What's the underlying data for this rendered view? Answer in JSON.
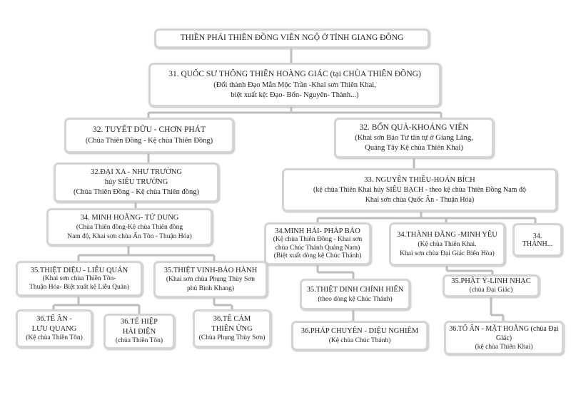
{
  "title": "THIỀN PHÁI THIÊN ĐỒNG VIÊN NGỘ Ở TỈNH GIANG ĐÔNG",
  "nodes": {
    "n31": {
      "title": "31. QUỐC SƯ THÔNG THIÊN HOÀNG GIÁC  (tại CHÙA THIÊN ĐỒNG)",
      "l1": "(Đổi thành Đạo Mẫn Mộc Trần -Khai sơn Thiên Khai,",
      "l2": "biệt xuất kệ: Đạo- Bổn- Nguyên- Thành...)"
    },
    "n32a": {
      "title": "32. TUYẾT DỮU - CHƠN PHÁT",
      "l1": "(Chùa Thiên Đồng - Kệ chùa Thiên Đồng)"
    },
    "n32b": {
      "title": "32.  BỔN QUẢ-KHOÁNG VIÊN",
      "l1": "(Khai sơn Báo Tư tân tự ở Giang Lăng,",
      "l2": "Quảng Tây Kệ chùa Thiên Khai)"
    },
    "n32c": {
      "title": "32.ĐẠI XA - NHƯ TRƯỜNG",
      "l1": "húy SIÊU TRƯỜNG",
      "l2": "(Chùa Thiên Đồng - Kệ chùa Thiên đồng)"
    },
    "n33": {
      "title": "33. NGUYÊN THIỀU-HOÁN BÍCH",
      "l1": "(kệ chùa Thiên Khai húy SIÊU BẠCH - theo kệ chùa Thiên Đồng Nam độ",
      "l2": "Khai sơn chùa Quốc Ân - Thuận Hóa)"
    },
    "n34a": {
      "title": "34.    MINH HOẰNG-  TỬ DUNG",
      "l1": "(Chùa Thiên đồng-Kệ chùa Thiên đồng",
      "l2": "Nam độ, Khai sơn chùa Ấn Tôn - Thuận Hóa)"
    },
    "n34b": {
      "title": "34.MINH HẢI- PHÁP BẢO",
      "l1": "(Kệ chùa Thiên Đồng - Khai sơn chùa Chúc Thánh Quảng Nam)",
      "l2": "(Biệt xuất dòng kệ Chúc Thánh)"
    },
    "n34c": {
      "title": "34.THÀNH ĐẲNG -MINH YÊU",
      "l1": "(Kệ chùa Thiên Khai.",
      "l2": "Khai sơn chùa Đại Giác Biên Hòa)"
    },
    "n34d": {
      "title": "34.",
      "l1": "THÀNH..."
    },
    "n35a": {
      "title": "35.THIỆT DIỆU - LIỄU QUÁN",
      "l1": "(Khai sơn chùa Thiền Tôn-",
      "l2": "Thuận Hóa- Biệt xuất kệ Liễu Quán)"
    },
    "n35b": {
      "title": "35.THIỆT VINH-BẢO  HÀNH",
      "l1": "(Khai sơn chùa Phụng Thùy Sơn",
      "l2": "phủ Bình Khang)"
    },
    "n35c": {
      "title": "35.THIỆT DINH CHÍNH  HIỂN",
      "l1": "(theo dòng kệ Chúc Thánh)"
    },
    "n35d": {
      "title": "35.PHẬT Ý-LINH  NHẠC",
      "l1": "(chùa Đại Giác)"
    },
    "n36a": {
      "title": "36.TẾ ÂN -",
      "l1": "LƯU QUANG",
      "l2": "(Kệ chùa Thiền Tôn)"
    },
    "n36b": {
      "title": "36.TẾ HIỆP",
      "l1": "HẢI ĐIỆN",
      "l2": "(chùa Thiền Tôn)"
    },
    "n36c": {
      "title": "36.TẾ CẢM",
      "l1": "THIÊN ỨNG",
      "l2": "(Chùa Phụng Thùy Sơn)"
    },
    "n36d": {
      "title": "36.PHÁP CHUYÊN -   DIỆU NGHIÊM",
      "l1": "(Kệ chùa Chúc Thánh)"
    },
    "n36e": {
      "title": "36.TỔ ẤN - MẶT HOẰNG  (chùa Đại Giác)",
      "l1": "(kệ chùa Thiên Khai)"
    }
  }
}
